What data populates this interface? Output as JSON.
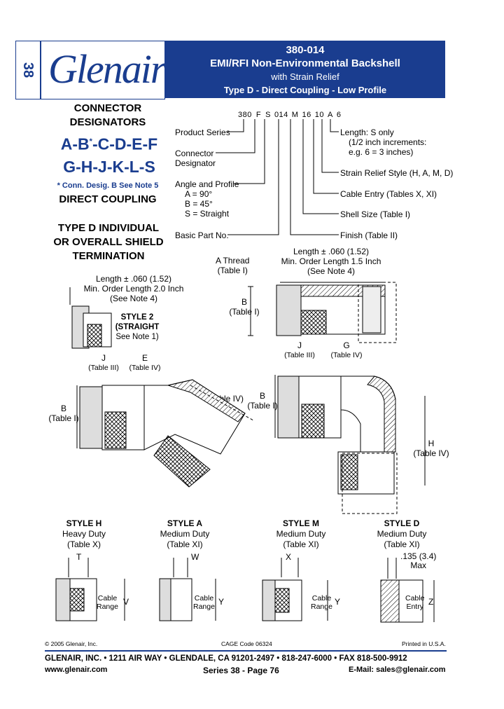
{
  "tab": {
    "number": "38"
  },
  "logo": {
    "text": "Glenair",
    "mark": "®"
  },
  "title": {
    "part_number": "380-014",
    "line1": "EMI/RFI Non-Environmental Backshell",
    "line2": "with Strain Relief",
    "line3": "Type D - Direct Coupling - Low Profile"
  },
  "left": {
    "connector": "CONNECTOR",
    "designators": "DESIGNATORS",
    "row1": "A-B",
    "row1_star": "*",
    "row1_rest": "-C-D-E-F",
    "row2": "G-H-J-K-L-S",
    "note": "* Conn. Desig. B See Note 5",
    "coupling": "DIRECT COUPLING",
    "type_line1": "TYPE D INDIVIDUAL",
    "type_line2": "OR OVERALL SHIELD",
    "type_line3": "TERMINATION"
  },
  "partcode": {
    "code": [
      "380",
      "F",
      "S",
      "014",
      "M",
      "16",
      "10",
      "A",
      "6"
    ],
    "product_series": "Product Series",
    "connector_designator_1": "Connector",
    "connector_designator_2": "Designator",
    "angle_profile": "Angle and Profile",
    "angle_a": "A = 90°",
    "angle_b": "B = 45°",
    "angle_s": "S = Straight",
    "basic_part": "Basic Part No.",
    "length_1": "Length: S only",
    "length_2": "(1/2 inch increments:",
    "length_3": "e.g. 6 = 3 inches)",
    "strain_relief": "Strain Relief Style (H, A, M, D)",
    "cable_entry": "Cable Entry (Tables X, XI)",
    "shell_size": "Shell Size (Table I)",
    "finish": "Finish (Table II)"
  },
  "diagram": {
    "a_thread_1": "A Thread",
    "a_thread_2": "(Table I)",
    "length_right_1": "Length ± .060 (1.52)",
    "length_right_2": "Min. Order Length 1.5 Inch",
    "length_right_3": "(See Note 4)",
    "b_label": "B",
    "b_table": "(Table I)",
    "length_left_1": "Length ± .060 (1.52)",
    "length_left_2": "Min. Order Length 2.0 Inch",
    "length_left_3": "(See Note 4)",
    "style2_1": "STYLE 2",
    "style2_2": "(STRAIGHT",
    "style2_3": "See Note 1)",
    "j_label": "J",
    "j_table": "(Table III)",
    "e_label": "E",
    "e_table": "(Table IV)",
    "f_label": "F (Table IV)",
    "g_label": "G",
    "g_table": "(Table IV)",
    "h_label": "H",
    "h_table": "(Table IV)"
  },
  "styles": [
    {
      "name": "STYLE H",
      "duty": "Heavy Duty",
      "table": "(Table X)",
      "dim": "T",
      "side": "V",
      "cable": "Cable",
      "cable2": "Range"
    },
    {
      "name": "STYLE A",
      "duty": "Medium Duty",
      "table": "(Table XI)",
      "dim": "W",
      "side": "Y",
      "cable": "Cable",
      "cable2": "Range"
    },
    {
      "name": "STYLE M",
      "duty": "Medium Duty",
      "table": "(Table XI)",
      "dim": "X",
      "side": "Y",
      "cable": "Cable",
      "cable2": "Range"
    },
    {
      "name": "STYLE D",
      "duty": "Medium Duty",
      "table": "(Table XI)",
      "dim": ".135 (3.4)",
      "dim2": "Max",
      "side": "Z",
      "cable": "Cable",
      "cable2": "Entry"
    }
  ],
  "footer": {
    "copyright": "© 2005 Glenair, Inc.",
    "cage": "CAGE Code 06324",
    "printed": "Printed in U.S.A.",
    "address": "GLENAIR, INC. • 1211 AIR WAY • GLENDALE, CA 91201-2497 • 818-247-6000 • FAX 818-500-9912",
    "website": "www.glenair.com",
    "series": "Series 38 - Page 76",
    "email": "E-Mail: sales@glenair.com"
  },
  "colors": {
    "brand": "#1a3d8f"
  }
}
